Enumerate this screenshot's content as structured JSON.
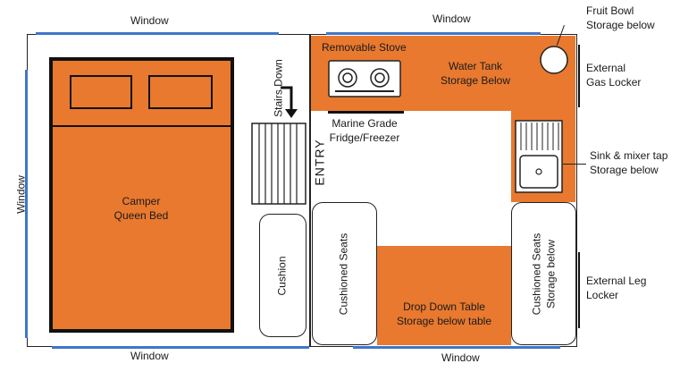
{
  "labels": {
    "window_top_left": "Window",
    "window_top_right": "Window",
    "window_left": "Window",
    "window_bottom_left": "Window",
    "window_bottom_right": "Window",
    "fruit_bowl": "Fruit Bowl",
    "fruit_bowl_storage": "Storage below",
    "external_gas_1": "External",
    "external_gas_2": "Gas Locker",
    "sink_1": "Sink & mixer tap",
    "sink_2": "Storage below",
    "external_leg_1": "External Leg",
    "external_leg_2": "Locker",
    "removable_stove": "Removable Stove",
    "water_tank_1": "Water Tank",
    "water_tank_2": "Storage Below",
    "marine_1": "Marine Grade",
    "marine_2": "Fridge/Freezer",
    "stairs_down": "Stairs Down",
    "entry": "ENTRY",
    "bed_1": "Camper",
    "bed_2": "Queen Bed",
    "cushion": "Cushion",
    "cushioned_seats_left": "Cushioned Seats",
    "table_1": "Drop Down Table",
    "table_2": "Storage below table",
    "cushioned_seats_right_1": "Cushioned Seats",
    "cushioned_seats_right_2": "Storage below"
  },
  "colors": {
    "orange": "#e8792f",
    "window_blue": "#3f76c9",
    "outline": "#222222"
  }
}
